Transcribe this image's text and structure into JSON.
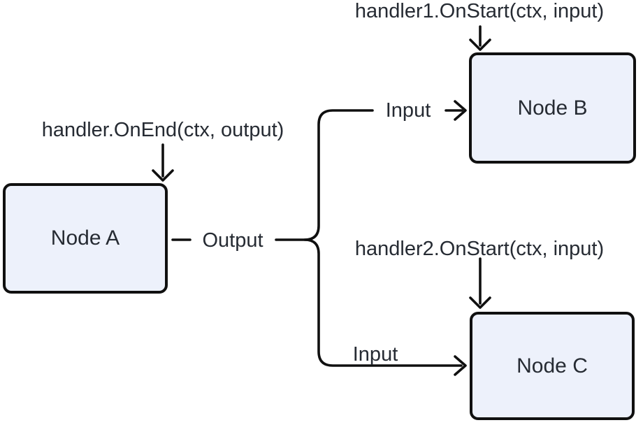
{
  "diagram": {
    "nodes": {
      "a": {
        "label": "Node A"
      },
      "b": {
        "label": "Node B"
      },
      "c": {
        "label": "Node C"
      }
    },
    "hook_labels": {
      "on_end": "handler.OnEnd(ctx, output)",
      "on_start_1": "handler1.OnStart(ctx, input)",
      "on_start_2": "handler2.OnStart(ctx, input)"
    },
    "edge_labels": {
      "output": "Output",
      "input_to_b": "Input",
      "input_to_c": "Input"
    },
    "colors": {
      "background": "#ffffff",
      "node_fill": "#edf1fb",
      "stroke": "#101010",
      "text": "#262b33"
    }
  }
}
